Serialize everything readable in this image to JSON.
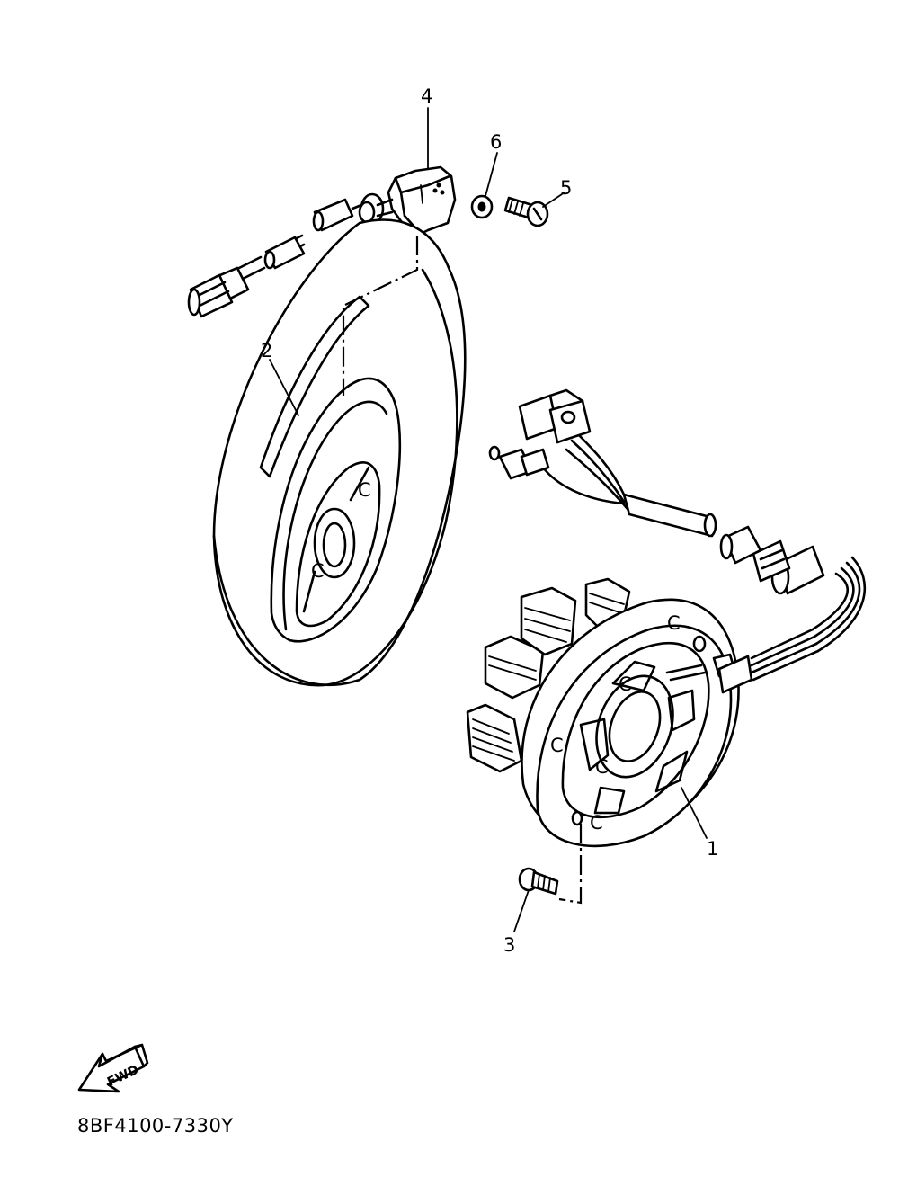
{
  "callouts": [
    {
      "id": "1",
      "text": "1"
    },
    {
      "id": "2",
      "text": "2"
    },
    {
      "id": "3",
      "text": "3"
    },
    {
      "id": "4",
      "text": "4"
    },
    {
      "id": "5",
      "text": "5"
    },
    {
      "id": "6",
      "text": "6"
    }
  ],
  "fwd_label": "FWD",
  "diagram_code": "8BF4100-7330Y",
  "stator_marks": [
    "C",
    "C",
    "C",
    "C",
    "C"
  ],
  "rotor_marks": [
    "C",
    "C"
  ]
}
